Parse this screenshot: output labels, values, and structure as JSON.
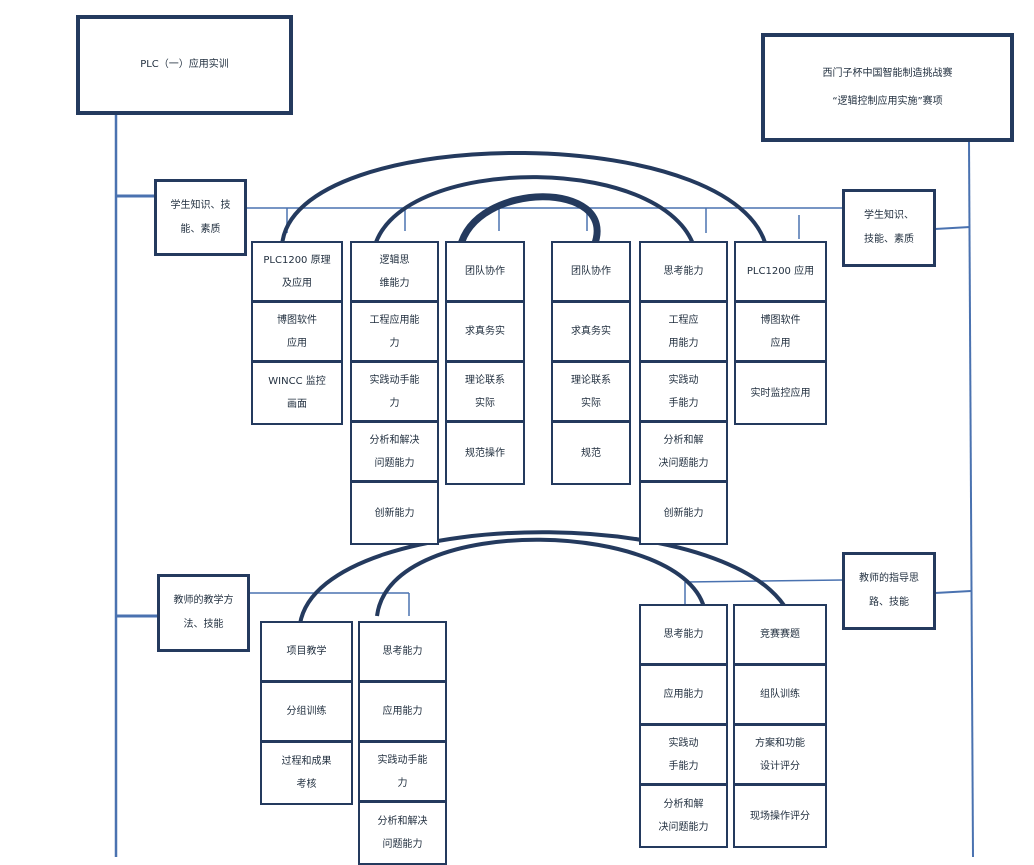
{
  "titles": {
    "left": "PLC（一）应用实训",
    "right_line1": "西门子杯中国智能制造挑战赛",
    "right_line2": "“逻辑控制应用实施”赛项"
  },
  "sides": {
    "student_left": "学生知识、技\n能、素质",
    "student_right": "学生知识、\n技能、素质",
    "teacher_left": "教师的教学方\n法、技能",
    "teacher_right": "教师的指导思\n路、技能"
  },
  "student_columns": [
    {
      "cells": [
        "PLC1200 原理\n及应用",
        "博图软件\n应用",
        "WINCC 监控\n画面"
      ]
    },
    {
      "cells": [
        "逻辑思\n维能力",
        "工程应用能\n力",
        "实践动手能\n力",
        "分析和解决\n问题能力",
        "创新能力"
      ]
    },
    {
      "cells": [
        "团队协作",
        "求真务实",
        "理论联系\n实际",
        "规范操作"
      ]
    },
    {
      "cells": [
        "团队协作",
        "求真务实",
        "理论联系\n实际",
        "规范"
      ]
    },
    {
      "cells": [
        "思考能力",
        "工程应\n用能力",
        "实践动\n手能力",
        "分析和解\n决问题能力",
        "创新能力"
      ]
    },
    {
      "cells": [
        "PLC1200 应用",
        "博图软件\n应用",
        "实时监控应用"
      ]
    }
  ],
  "teacher_columns": [
    {
      "cells": [
        "项目教学",
        "分组训练",
        "过程和成果\n考核"
      ]
    },
    {
      "cells": [
        "思考能力",
        "应用能力",
        "实践动手能\n力",
        "分析和解决\n问题能力"
      ]
    },
    {
      "cells": [
        "思考能力",
        "应用能力",
        "实践动\n手能力",
        "分析和解\n决问题能力"
      ]
    },
    {
      "cells": [
        "竞赛赛题",
        "组队训练",
        "方案和功能\n设计评分",
        "现场操作评分"
      ]
    }
  ],
  "colors": {
    "line": "#4a72b0",
    "arc": "#243a5e",
    "border": "#243a5e"
  }
}
